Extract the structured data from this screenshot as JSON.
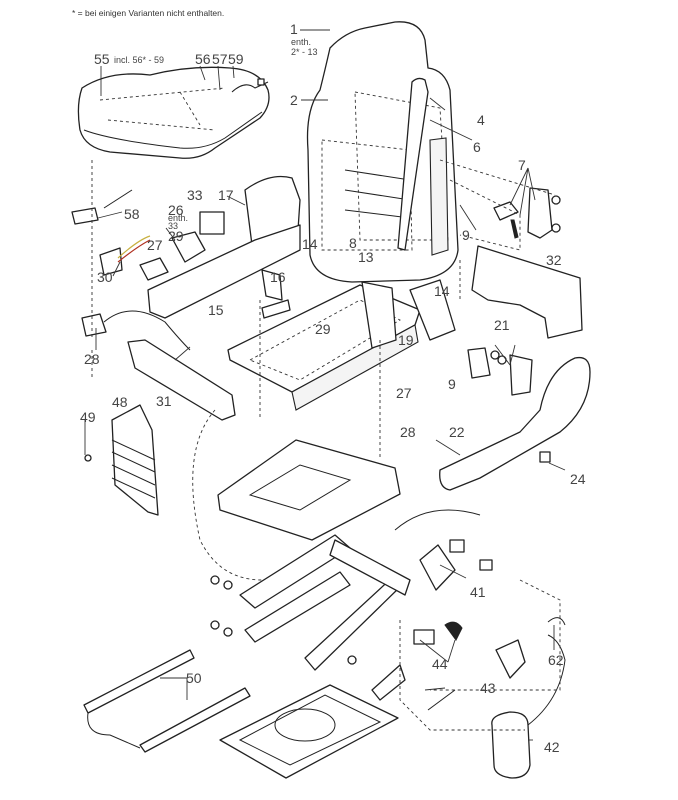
{
  "diagram": {
    "title_note": "* = bei einigen Varianten nicht enthalten.",
    "labels": {
      "p55": "55",
      "p55_note": "incl. 56* - 59",
      "p56": "56",
      "p57": "57",
      "p59": "59",
      "p1": "1",
      "p1_note1": "enth.",
      "p1_note2": "2* - 13",
      "p2": "2",
      "p4": "4",
      "p6": "6",
      "p7": "7",
      "p9a": "9",
      "p9b": "9",
      "p58": "58",
      "p33": "33",
      "p26": "26",
      "p26_note1": "enth.",
      "p26_note2": "33",
      "p17": "17",
      "p29a": "29",
      "p29b": "29",
      "p27a": "27",
      "p27b": "27",
      "p30": "30",
      "p14a": "14",
      "p14b": "14",
      "p8": "8",
      "p13": "13",
      "p16": "16",
      "p15": "15",
      "p32": "32",
      "p19": "19",
      "p21": "21",
      "p28a": "28",
      "p28b": "28",
      "p31": "31",
      "p48": "48",
      "p49": "49",
      "p22": "22",
      "p24": "24",
      "p41": "41",
      "p44": "44",
      "p43": "43",
      "p62": "62",
      "p42": "42",
      "p50": "50"
    },
    "parts": [
      {
        "id": "seat-cushion",
        "number": "55"
      },
      {
        "id": "backrest",
        "number": "1"
      },
      {
        "id": "side-trim-left",
        "number": "17"
      },
      {
        "id": "side-panel-right",
        "number": "32"
      },
      {
        "id": "side-cover-right",
        "number": "22"
      },
      {
        "id": "front-cover",
        "number": "31"
      },
      {
        "id": "bellows",
        "number": "48"
      },
      {
        "id": "shock-absorber",
        "number": "41"
      },
      {
        "id": "compressor",
        "number": "42"
      },
      {
        "id": "valve",
        "number": "43"
      },
      {
        "id": "rails",
        "number": "50"
      }
    ]
  }
}
